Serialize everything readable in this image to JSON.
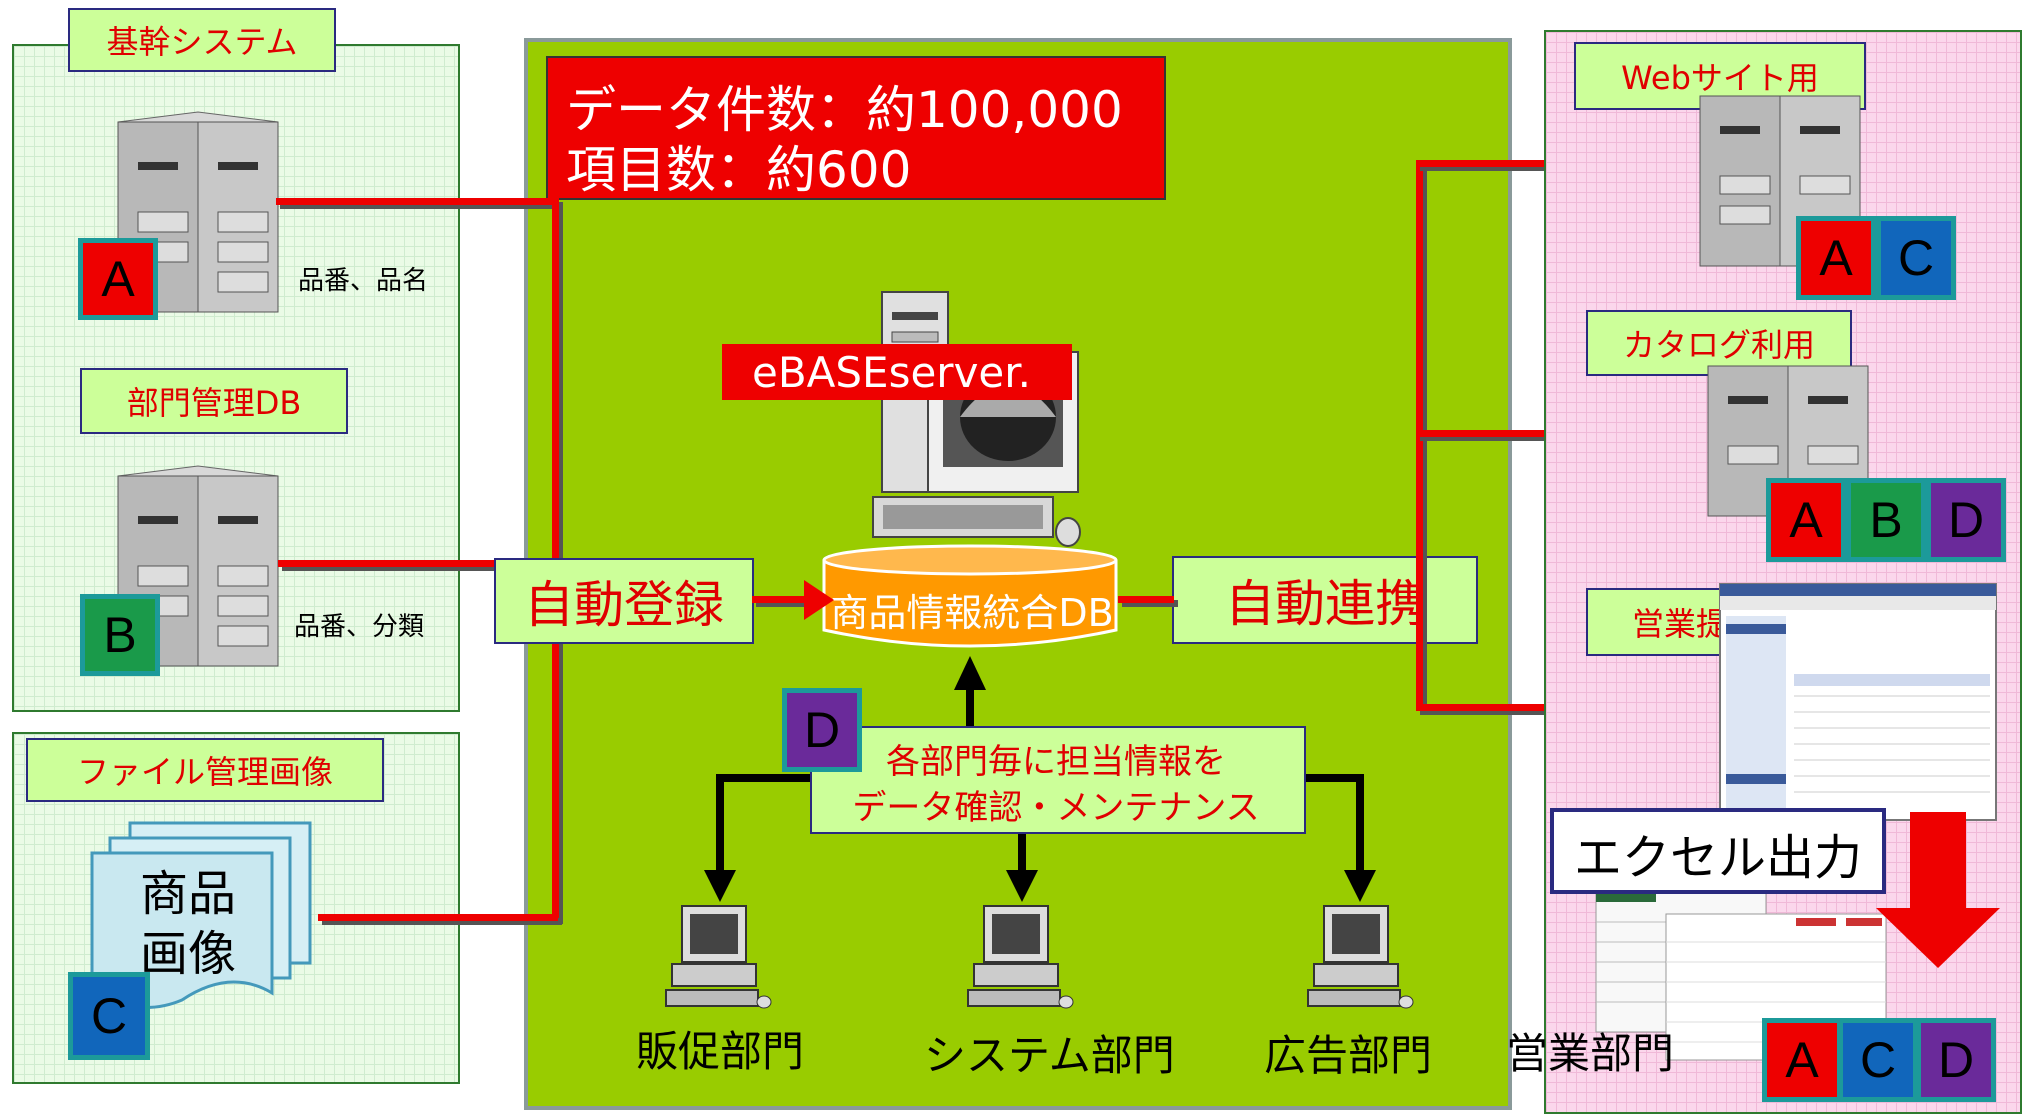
{
  "colors": {
    "red": "#ee0000",
    "green_panel": "#99cc00",
    "label_bg": "#ccff99",
    "db_orange": "#ff9900",
    "letter_a": "#ee0000",
    "letter_b": "#1a9a4a",
    "letter_c": "#1166bb",
    "letter_d": "#6a2a9a"
  },
  "left": {
    "core_system": "基幹システム",
    "dept_db": "部門管理DB",
    "file_images": "ファイル管理画像",
    "flow_a": "品番、品名",
    "flow_b": "品番、分類",
    "product_images": "商品\n画像"
  },
  "center": {
    "stats_line1": "データ件数：約100,000",
    "stats_line2": "項目数：約600",
    "server_name": "eBASEserver.",
    "db_name": "商品情報統合DB",
    "auto_register": "自動登録",
    "auto_link": "自動連携",
    "maintenance_line1": "各部門毎に担当情報を",
    "maintenance_line2": "データ確認・メンテナンス",
    "dept_sales_promo": "販促部門",
    "dept_system": "システム部門",
    "dept_advertising": "広告部門"
  },
  "right": {
    "web_use": "Webサイト用",
    "catalog_use": "カタログ利用",
    "sales_proposal": "営業提案用",
    "excel_output": "エクセル出力",
    "sales_dept": "営業部門"
  },
  "letters": {
    "a": "A",
    "b": "B",
    "c": "C",
    "d": "D"
  }
}
